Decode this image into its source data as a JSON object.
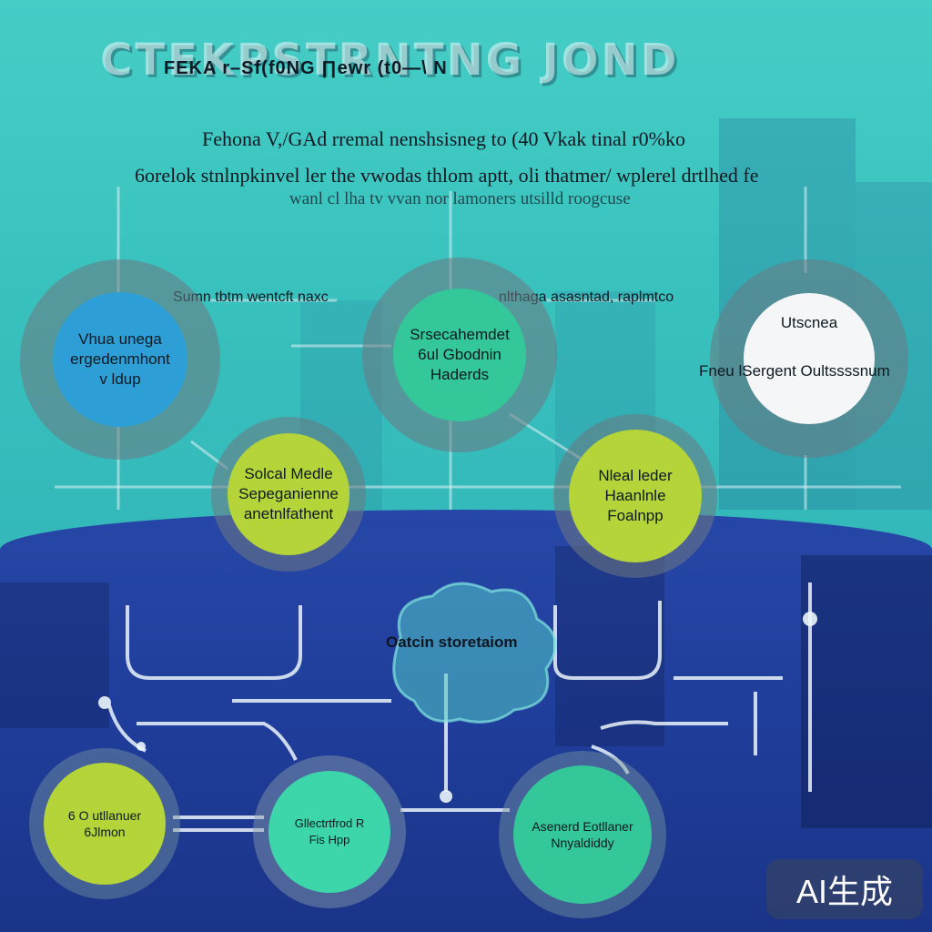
{
  "title": "CTEKPSTRNTNG JOND",
  "title_overlay": "FEKA  r–Sf(f0NG    ∏ewr  (t0—\\ N",
  "subtitle_lines": [
    "Fehona V,/GAd rremal nenshsisneg to (40 Vkak tinal r0%ko",
    "6orelok stnlnpkinvel ler the vwodas thlom aptt, oli thatmer/ wplerel drtlhed fe",
    "wanl cl lha tv vvan nor lamoners utsilld roogcuse"
  ],
  "mid_caption_left": "Sumn tbtm wentcft  naxc",
  "mid_caption_right": "nlthaga asasntad,  raplmtco",
  "nodes": [
    {
      "id": "n1",
      "lines": [
        "Vhua unega",
        "ergedenmhont",
        "v ldup"
      ],
      "color": "#2e9fd6"
    },
    {
      "id": "n2",
      "lines": [
        "Srsecahemdet",
        "6ul Gbodnin",
        "Haderds"
      ],
      "color": "#34c79a"
    },
    {
      "id": "n3",
      "lines": [
        "Utscnea"
      ],
      "color": "#f4f6f7"
    },
    {
      "id": "n4",
      "lines": [
        "Solcal Medle",
        "Sepeganienne",
        "anetnlfathent"
      ],
      "color": "#b4d43a"
    },
    {
      "id": "n5",
      "lines": [
        "Nleal leder",
        "",
        "Haanlnle",
        "Foalnpp"
      ],
      "color": "#b4d43a"
    },
    {
      "id": "n6",
      "lines": [
        "6 O utllanuer",
        "6Jlmon"
      ],
      "color": "#b4d43a"
    },
    {
      "id": "n7",
      "lines": [
        "Gllectrtfrod R",
        "Fis Hpp"
      ],
      "color": "#3dd6aa"
    },
    {
      "id": "n8",
      "lines": [
        "Asenerd  Eotllaner",
        "Nnyaldiddy"
      ],
      "color": "#34c79a"
    }
  ],
  "side_label": "Fneu  lSergent Oultssssnum",
  "cloud_label": "Oatcin storetaiom",
  "badge": "AI生成",
  "colors": {
    "teal_bg": "#3cc4c0",
    "navy_bg": "#1f3d9a",
    "ring": "#6e7882",
    "lime": "#b4d43a",
    "green": "#34c79a",
    "blue": "#2e9fd6"
  }
}
